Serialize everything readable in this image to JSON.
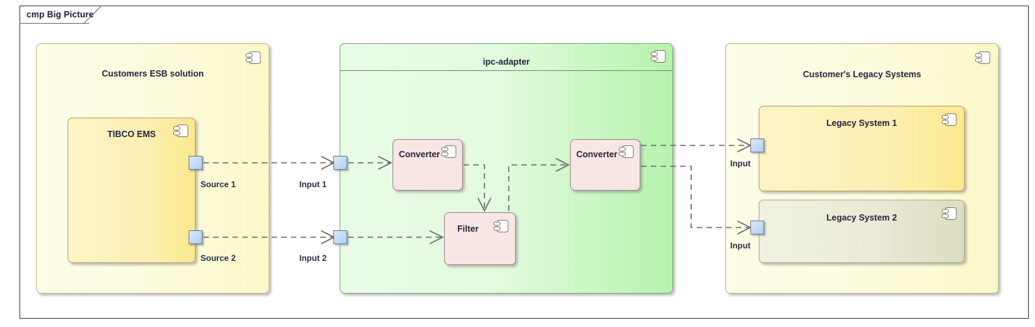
{
  "frame": {
    "label": "cmp Big Picture"
  },
  "components": {
    "esb": {
      "title": "Customers ESB solution",
      "icon": "uml-component-icon"
    },
    "tibco": {
      "title": "TIBCO EMS",
      "icon": "uml-component-icon"
    },
    "ipc_adapter": {
      "title": "ipc-adapter",
      "icon": "uml-component-icon"
    },
    "converter_1": {
      "title": "Converter",
      "icon": "uml-component-icon"
    },
    "converter_2": {
      "title": "Converter",
      "icon": "uml-component-icon"
    },
    "filter": {
      "title": "Filter",
      "icon": "uml-component-icon"
    },
    "legacy_container": {
      "title": "Customer's Legacy Systems",
      "icon": "uml-component-icon"
    },
    "legacy_1": {
      "title": "Legacy System 1",
      "icon": "uml-component-icon"
    },
    "legacy_2": {
      "title": "Legacy System 2",
      "icon": "uml-component-icon"
    }
  },
  "ports": {
    "source_1": "Source 1",
    "source_2": "Source 2",
    "input_1": "Input 1",
    "input_2": "Input 2",
    "legacy_1_input": "Input",
    "legacy_2_input": "Input"
  },
  "colors": {
    "esb_fill": "#fcfbdd",
    "tibco_fill": "#fcefb4",
    "adapter_fill": "#b6f3ad",
    "inner_fill": "#f8e6e4",
    "legacy_1_fill": "#fbe98e",
    "legacy_2_fill": "#dcdcc0",
    "port_fill": "#c3dbf5",
    "connector_stroke": "#6b6b6b",
    "frame_stroke": "#3a3a3a"
  }
}
